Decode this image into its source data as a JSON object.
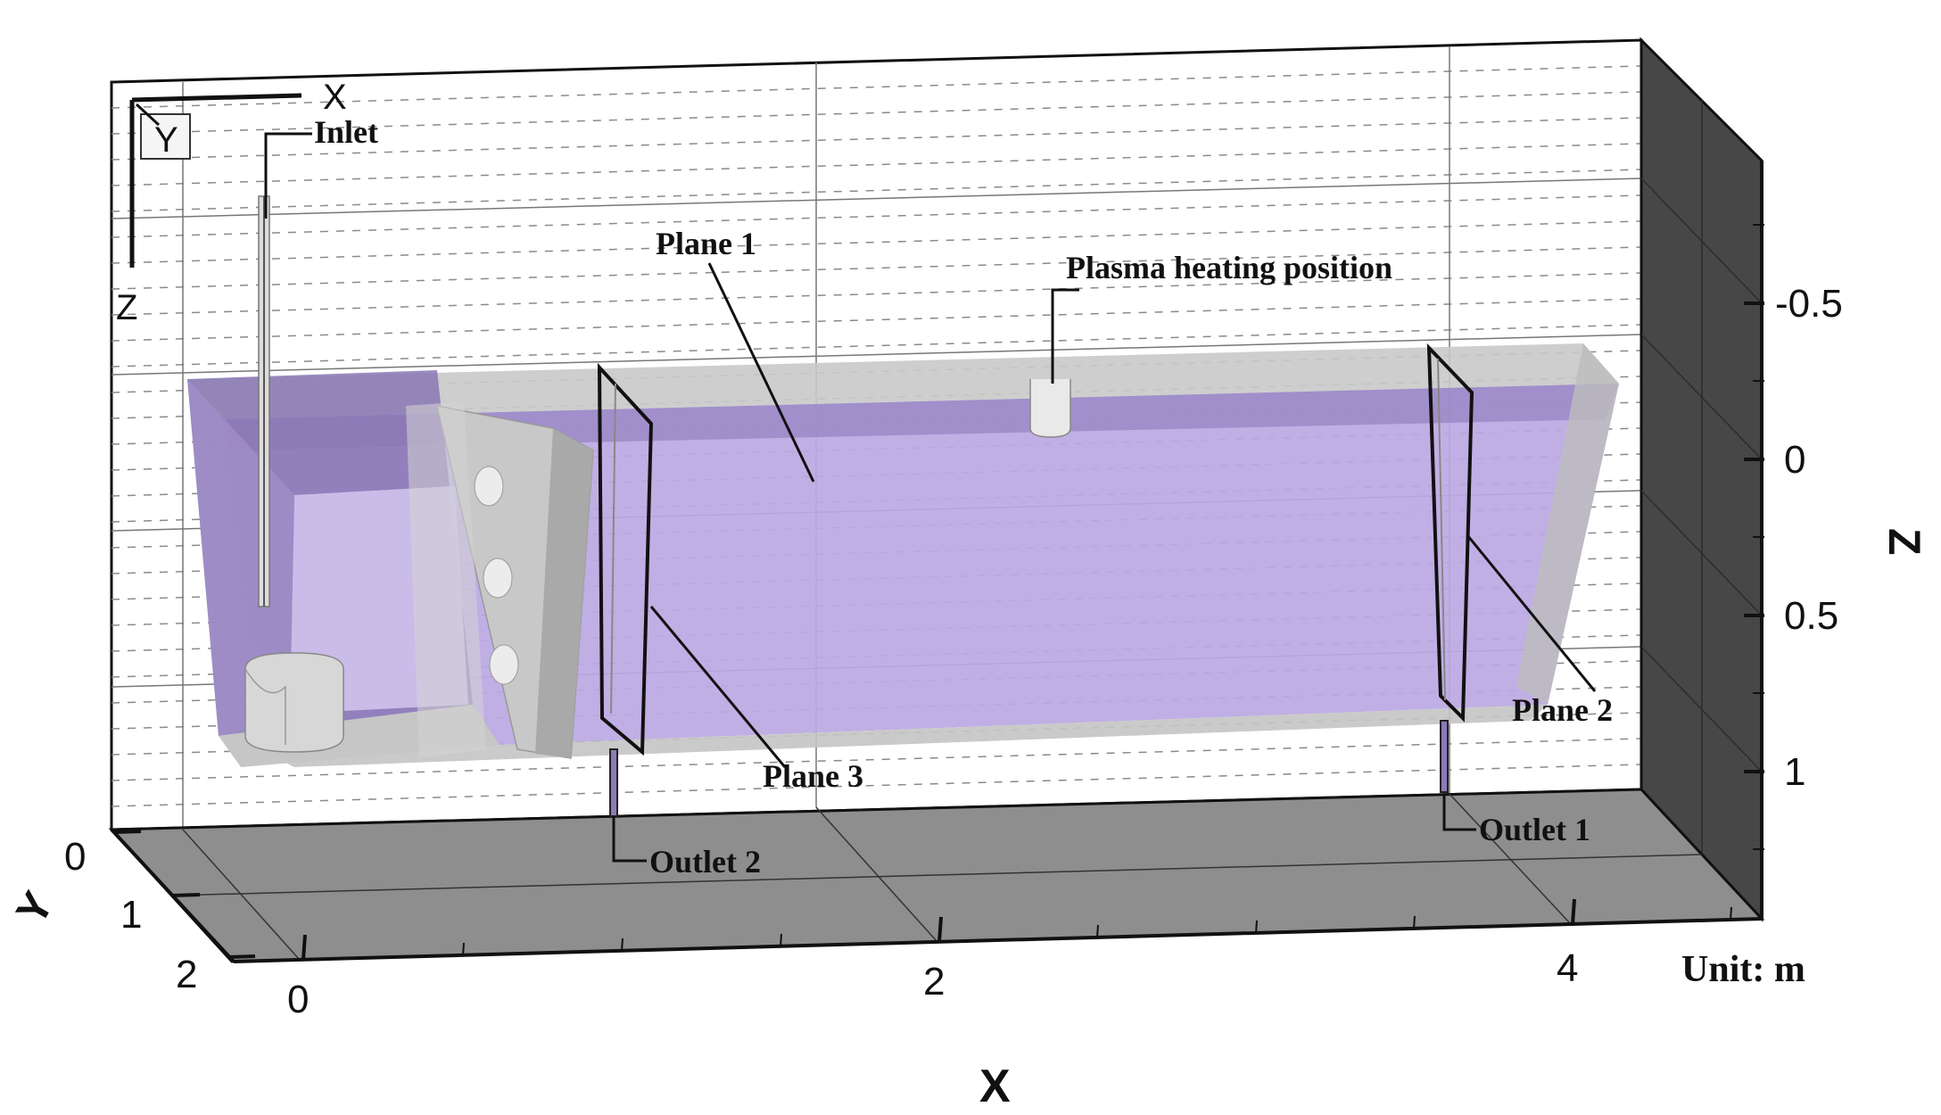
{
  "colors": {
    "box_edge": "#111111",
    "floor": "#8c8c8c",
    "right_wall": "#454545",
    "grid_line": "#666666",
    "fluid_purple": "#b9a6e0",
    "fluid_purple_dark": "#8f7ab8",
    "solid_gray": "#d2d2d2"
  },
  "labels": {
    "inlet": "Inlet",
    "plane1": "Plane 1",
    "plane2": "Plane 2",
    "plane3": "Plane 3",
    "plasma": "Plasma heating position",
    "outlet1": "Outlet 1",
    "outlet2": "Outlet 2",
    "unit": "Unit: m"
  },
  "axes": {
    "x": {
      "title": "X",
      "ticks": [
        "0",
        "2",
        "4"
      ]
    },
    "y": {
      "title": "Y",
      "ticks": [
        "0",
        "1",
        "2"
      ]
    },
    "z": {
      "title": "Z",
      "ticks": [
        "-0.5",
        "0",
        "0.5",
        "1"
      ]
    }
  },
  "orientation_triad": {
    "x": "X",
    "y": "Y",
    "z": "Z"
  }
}
